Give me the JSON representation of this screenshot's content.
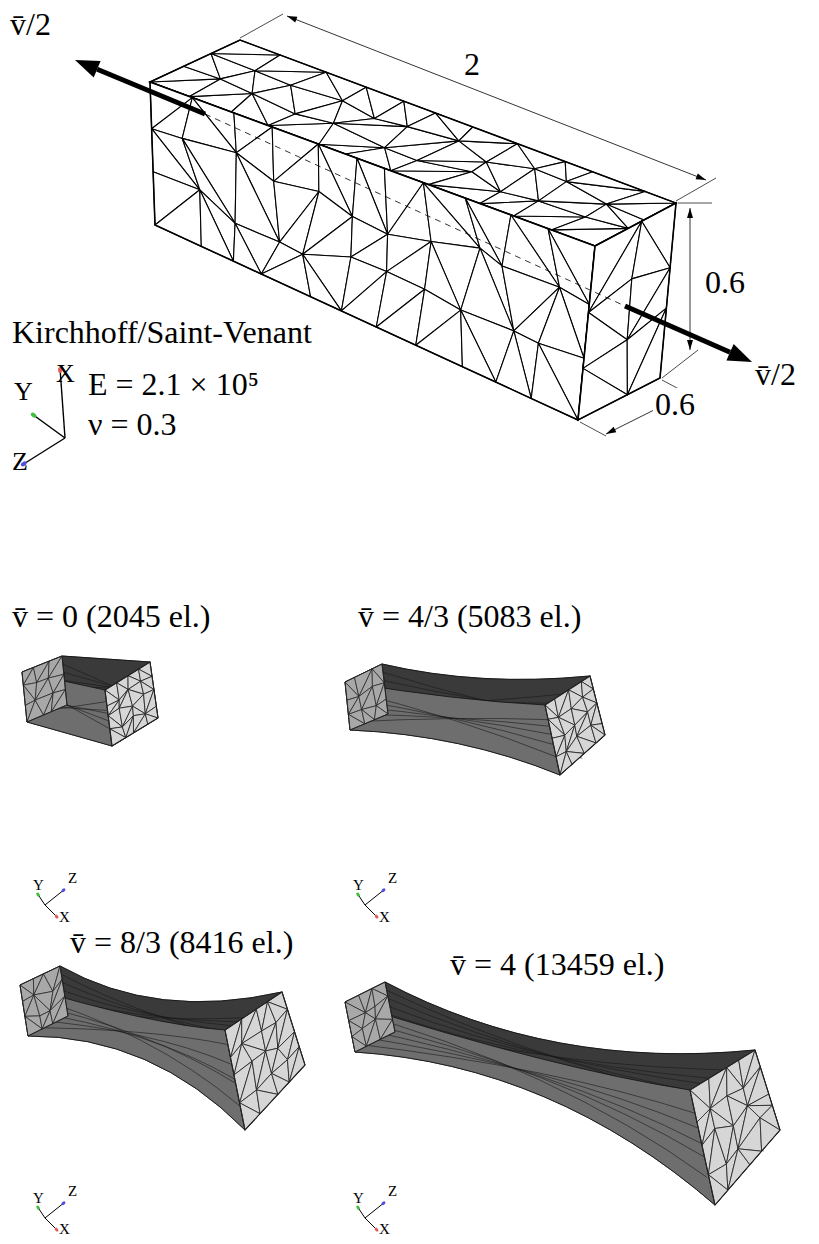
{
  "diagram": {
    "labels": [
      "v̄/2",
      "2",
      "0.6",
      "v̄/2",
      "Kirchhoff/Saint-Venant",
      "Y",
      "X",
      "E = 2.1 × 10⁵",
      "ν = 0.3",
      "Z",
      "0.6",
      "v̄ = 0 (2045 el.)",
      "v̄ = 4/3 (5083 el.)",
      "Y",
      "Z",
      "X",
      "Y",
      "Z",
      "X",
      "v̄ = 8/3 (8416 el.)",
      "v̄ = 4 (13459 el.)",
      "Y",
      "Z",
      "X",
      "Y",
      "Z",
      "X"
    ]
  }
}
